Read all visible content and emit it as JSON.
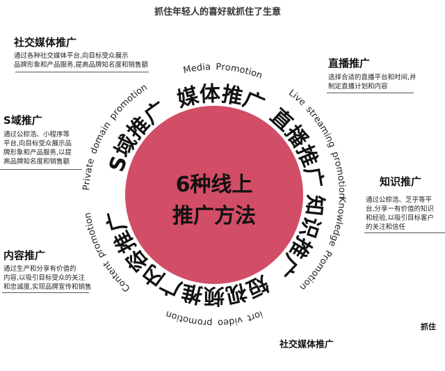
{
  "header": {
    "title": "抓住年轻人的喜好就抓住了生意"
  },
  "center": {
    "line1": "6种线上",
    "line2": "推广方法",
    "color": "#d24d66"
  },
  "ring": [
    {
      "cn": "S域推广",
      "en": "Private domain promotion"
    },
    {
      "cn": "媒体推广",
      "en": "Media Promotion"
    },
    {
      "cn": "直播推广",
      "en": "Live streaming promotion"
    },
    {
      "cn": "知识推广",
      "en": "Knowledge Promotion"
    },
    {
      "cn": "短视频推广",
      "en": "iort video promotion"
    },
    {
      "cn": "内容推广",
      "en": "Content promotion"
    }
  ],
  "blocks": {
    "social": {
      "title": "社交媒体推广",
      "desc1": "通过各种社交媒体平台,向目标受众展示",
      "desc2": "品牌形象和产品服务,提高品牌知名度和销售额"
    },
    "private": {
      "title": "S域推广",
      "desc1": "通过公棕浩、小程序等",
      "desc2": "平台,向目标受众展示品",
      "desc3": "牌形象和产品服务,以提",
      "desc4": "高品牌知名度和销售额"
    },
    "content": {
      "title": "内容推广",
      "desc1": "通过生产和分享有价值的",
      "desc2": "内容,以吸引目标受众的关注",
      "desc3": "和忠诚度,实现品牌宣传和销售"
    },
    "live": {
      "title": "直播推广",
      "desc1": "选择合适的直播平台和时间,并",
      "desc2": "制定直播计划和内容"
    },
    "knowledge": {
      "title": "知识推广",
      "desc1": "通过公棕浩、芝乎等平",
      "desc2": "台,分享一有价值的知识",
      "desc3": "和经验,以吸引目标客户",
      "desc4": "的关注和信任"
    }
  },
  "footer": {
    "bottom_title": "社交媒体推广",
    "corner": "抓住"
  }
}
